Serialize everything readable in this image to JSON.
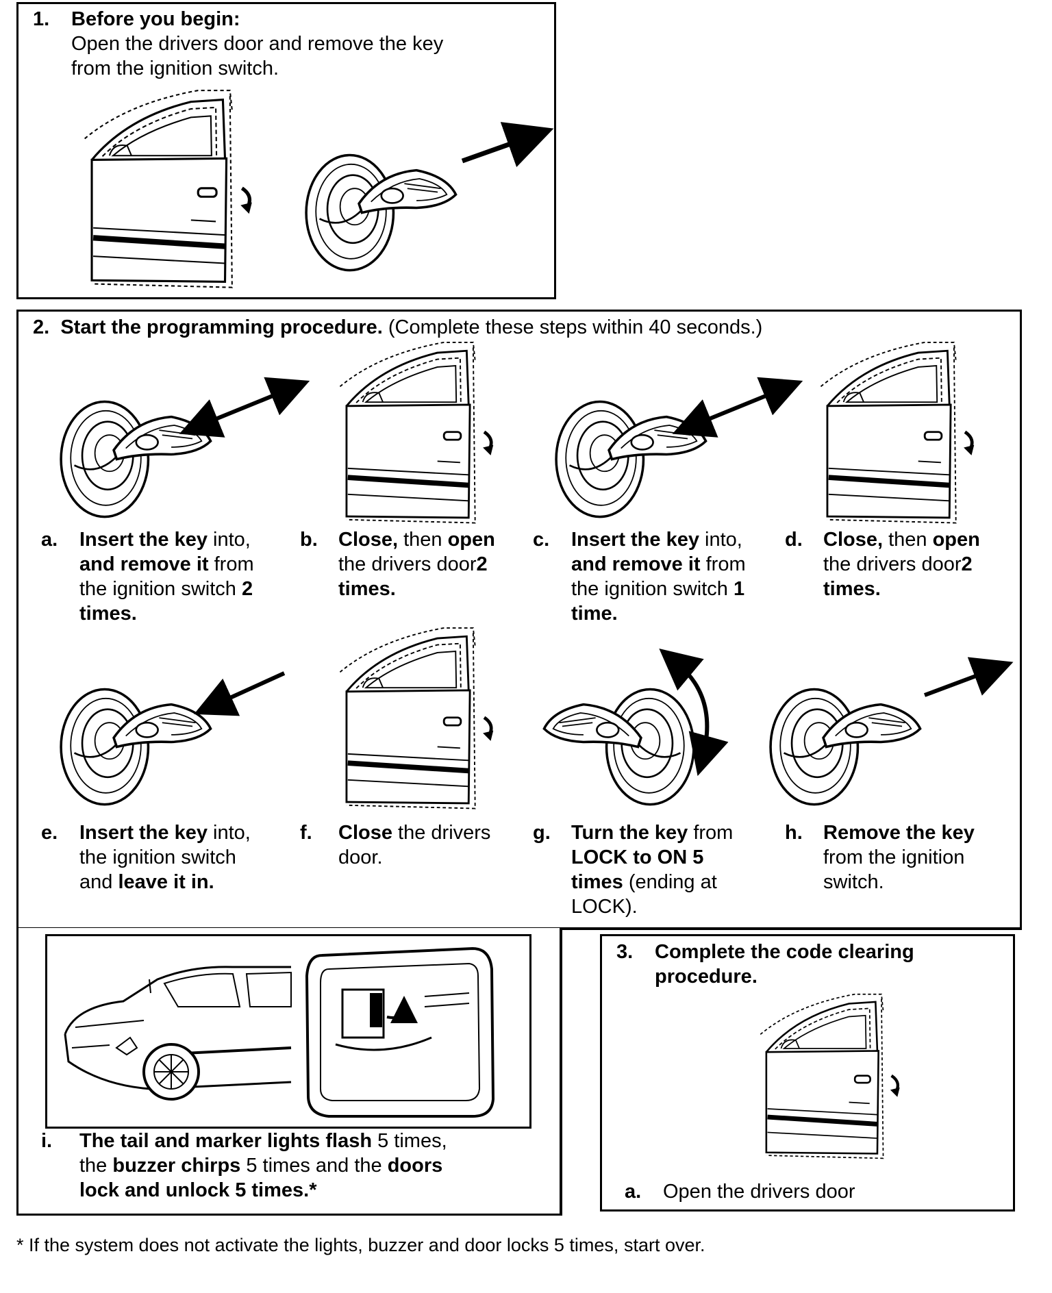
{
  "step1": {
    "number": "1.",
    "heading": "Before you begin:",
    "line1": "Open the drivers door and remove the key",
    "line2": "from the ignition switch."
  },
  "step2": {
    "number": "2.",
    "heading": "Start the programming procedure.",
    "note": "(Complete these steps within 40 seconds.)",
    "substeps": [
      {
        "letter": "a.",
        "l1": [
          "Insert the key",
          " into,"
        ],
        "l2": [
          "and remove it",
          " from"
        ],
        "l3": [
          "the ignition switch ",
          "2"
        ],
        "l4": [
          "times.",
          ""
        ]
      },
      {
        "letter": "b.",
        "l1": [
          "Close,",
          " then ",
          "open"
        ],
        "l2": [
          "the drivers door",
          "2"
        ],
        "l3": [
          "times."
        ]
      },
      {
        "letter": "c.",
        "l1": [
          "Insert the key",
          " into,"
        ],
        "l2": [
          "and remove it",
          " from"
        ],
        "l3": [
          "the ignition switch ",
          "1"
        ],
        "l4": [
          "time.",
          ""
        ]
      },
      {
        "letter": "d.",
        "l1": [
          "Close,",
          " then ",
          "open"
        ],
        "l2": [
          "the drivers door",
          "2"
        ],
        "l3": [
          "times."
        ]
      },
      {
        "letter": "e.",
        "l1": [
          "Insert the key",
          " into,"
        ],
        "l2": [
          "the ignition switch"
        ],
        "l3": [
          "and ",
          "leave it in."
        ]
      },
      {
        "letter": "f.",
        "l1": [
          "Close",
          " the drivers"
        ],
        "l2": [
          "door."
        ]
      },
      {
        "letter": "g.",
        "l1": [
          "Turn the key",
          " from"
        ],
        "l2": [
          "LOCK to ON 5"
        ],
        "l3": [
          "times",
          " (ending at"
        ],
        "l4": [
          "LOCK)."
        ]
      },
      {
        "letter": "h.",
        "l1": [
          "Remove the key"
        ],
        "l2": [
          "from the ignition"
        ],
        "l3": [
          "switch."
        ]
      }
    ],
    "result": {
      "letter": "i.",
      "l1": [
        "The tail and marker lights flash",
        " 5 times,"
      ],
      "l2": [
        "the ",
        "buzzer chirps",
        " 5 times and the ",
        "doors"
      ],
      "l3": [
        "lock and unlock 5 times.*"
      ]
    }
  },
  "step3": {
    "number": "3.",
    "heading_l1": "Complete the code clearing",
    "heading_l2": "procedure.",
    "sub_letter": "a.",
    "sub_text": "Open the drivers door"
  },
  "footnote": "* If the system does not activate the lights, buzzer and door locks 5 times, start over."
}
